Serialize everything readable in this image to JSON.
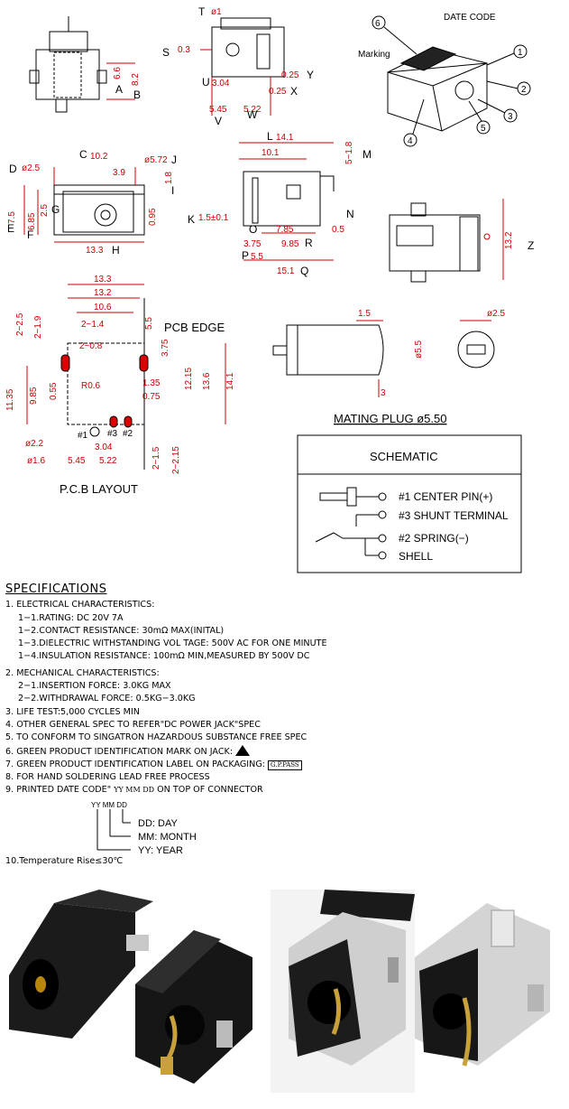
{
  "top_left_view": {
    "dims": [
      "6.6",
      "8.2"
    ],
    "letters": [
      "A",
      "B"
    ]
  },
  "top_mid_view": {
    "dims": [
      "ø1",
      "0.3",
      "0.25",
      "3.04",
      "0.25",
      "5.45",
      "5.22"
    ],
    "letters": [
      "T",
      "S",
      "Y",
      "U",
      "X",
      "V",
      "W"
    ]
  },
  "iso_view": {
    "date_code": "DATE CODE",
    "marking": "Marking",
    "callouts": [
      "1",
      "2",
      "3",
      "4",
      "5",
      "6"
    ]
  },
  "front_view": {
    "dims": [
      "10.2",
      "ø2.5",
      "3.9",
      "ø5.72",
      "1.8",
      "2.5",
      "7.5",
      "6.85",
      "0.95",
      "13.3"
    ],
    "letters": [
      "C",
      "D",
      "J",
      "G",
      "I",
      "E",
      "F",
      "H"
    ]
  },
  "side_view": {
    "dims": [
      "14.1",
      "10.1",
      "5~1.8",
      "1.5±0.1",
      "7.85",
      "0.5",
      "3.75",
      "9.85",
      "5.5",
      "15.1"
    ],
    "letters": [
      "L",
      "M",
      "K",
      "N",
      "O",
      "R",
      "P",
      "Q"
    ]
  },
  "top_right_view": {
    "dims": [
      "13.2"
    ],
    "letters": [
      "Z"
    ]
  },
  "pcb_layout": {
    "title": "P.C.B LAYOUT",
    "pcb_edge": "PCB EDGE",
    "dims": [
      "13.3",
      "13.2",
      "10.6",
      "2~2.5",
      "2~1.9",
      "2~1.4",
      "5.5",
      "2~0.8",
      "3.75",
      "1.35",
      "12.15",
      "13.6",
      "14.1",
      "11.35",
      "9.85",
      "0.55",
      "R0.6",
      "0.75",
      "ø2.2",
      "ø1.6",
      "3.04",
      "5.45",
      "5.22",
      "2~1.5",
      "2~2.15"
    ],
    "pins": [
      "#1",
      "#3",
      "#2"
    ]
  },
  "mating_plug": {
    "title": "MATING PLUG ø5.50",
    "dims": [
      "1.5",
      "ø5.5",
      "3",
      "ø2.5"
    ]
  },
  "schematic": {
    "title": "SCHEMATIC",
    "items": [
      "#1  CENTER PIN(+)",
      "#3  SHUNT TERMINAL",
      "#2  SPRING(−)",
      "SHELL"
    ]
  },
  "specs": {
    "title": "SPECIFICATIONS",
    "l1": "1. ELECTRICAL CHARACTERISTICS:",
    "l1_1": "1−1.RATING: DC 20V 7A",
    "l1_2": "1−2.CONTACT RESISTANCE: 30mΩ MAX(INITAL)",
    "l1_3": "1−3.DIELECTRIC WITHSTANDING VOL TAGE: 500V AC FOR ONE MINUTE",
    "l1_4": "1−4.INSULATION RESISTANCE: 100mΩ  MIN,MEASURED BY 500V DC",
    "l2": "2. MECHANICAL CHARACTERISTICS:",
    "l2_1": "2−1.INSERTION FORCE: 3.0KG MAX",
    "l2_2": "2−2.WITHDRAWAL FORCE: 0.5KG−3.0KG",
    "l3": "3. LIFE TEST:5,000 CYCLES MIN",
    "l4": "4. OTHER GENERAL SPEC TO REFER\"DC POWER JACK\"SPEC",
    "l5": "5. TO CONFORM TO SINGATRON HAZARDOUS SUBSTANCE FREE SPEC",
    "l6": "6. GREEN PRODUCT IDENTIFICATION MARK ON JACK:",
    "l7": "7. GREEN PRODUCT IDENTIFICATION LABEL ON PACKAGING:",
    "l7_label": "G.P.PASS",
    "l8": "8. FOR HAND SOLDERING LEAD FREE PROCESS",
    "l9": "9. PRINTED DATE CODE\"",
    "l9_code": "YY MM DD",
    "l9_tail": "ON TOP OF CONNECTOR",
    "date_code_header": "YY MM DD",
    "dd": "DD: DAY",
    "mm": "MM: MONTH",
    "yy": "YY: YEAR",
    "l10": "10.Temperature Rise≤30℃"
  }
}
